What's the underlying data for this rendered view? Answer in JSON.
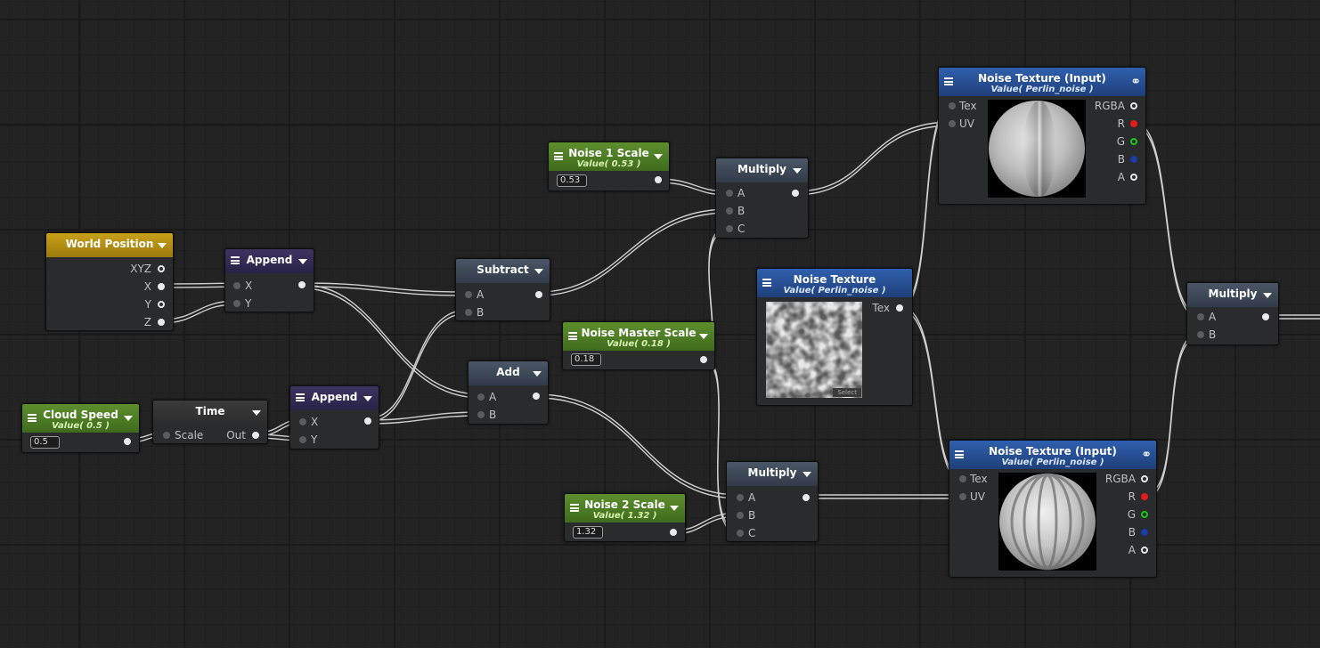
{
  "colors": {
    "canvas": "#232323",
    "wire": "#d0d0d0",
    "port_red": "#e51a1a",
    "port_green": "#19c419",
    "port_blue": "#1a3fa8",
    "header_gold": "#c9a018",
    "header_green": "#5d8f2d",
    "header_blue": "#2f60ad",
    "header_purple": "#3d3462",
    "header_slate": "#4a5666"
  },
  "nodes": {
    "world_position": {
      "title": "World Position",
      "ports": {
        "xyz": "XYZ",
        "x": "X",
        "y": "Y",
        "z": "Z"
      }
    },
    "append_1": {
      "title": "Append",
      "ports": {
        "x": "X",
        "y": "Y"
      }
    },
    "cloud_speed": {
      "title": "Cloud Speed",
      "subtitle": "Value( 0.5 )",
      "value": "0.5"
    },
    "time": {
      "title": "Time",
      "ports": {
        "scale": "Scale",
        "out": "Out"
      }
    },
    "append_2": {
      "title": "Append",
      "ports": {
        "x": "X",
        "y": "Y"
      }
    },
    "noise1_scale": {
      "title": "Noise 1 Scale",
      "subtitle": "Value( 0.53 )",
      "value": "0.53"
    },
    "subtract": {
      "title": "Subtract",
      "ports": {
        "a": "A",
        "b": "B"
      }
    },
    "add": {
      "title": "Add",
      "ports": {
        "a": "A",
        "b": "B"
      }
    },
    "master_scale": {
      "title": "Noise Master Scale",
      "subtitle": "Value( 0.18 )",
      "value": "0.18"
    },
    "noise2_scale": {
      "title": "Noise 2 Scale",
      "subtitle": "Value( 1.32 )",
      "value": "1.32"
    },
    "multiply_top": {
      "title": "Multiply",
      "ports": {
        "a": "A",
        "b": "B",
        "c": "C"
      }
    },
    "multiply_bottom": {
      "title": "Multiply",
      "ports": {
        "a": "A",
        "b": "B",
        "c": "C"
      }
    },
    "noise_texture": {
      "title": "Noise Texture",
      "subtitle": "Value( Perlin_noise )",
      "ports": {
        "tex": "Tex"
      },
      "select_label": "Select"
    },
    "noise_input_top": {
      "title": "Noise Texture (Input)",
      "subtitle": "Value( Perlin_noise )",
      "ports": {
        "tex": "Tex",
        "uv": "UV",
        "rgba": "RGBA",
        "r": "R",
        "g": "G",
        "b": "B",
        "a": "A"
      }
    },
    "noise_input_bottom": {
      "title": "Noise Texture (Input)",
      "subtitle": "Value( Perlin_noise )",
      "ports": {
        "tex": "Tex",
        "uv": "UV",
        "rgba": "RGBA",
        "r": "R",
        "g": "G",
        "b": "B",
        "a": "A"
      }
    },
    "multiply_right": {
      "title": "Multiply",
      "ports": {
        "a": "A",
        "b": "B"
      }
    }
  }
}
